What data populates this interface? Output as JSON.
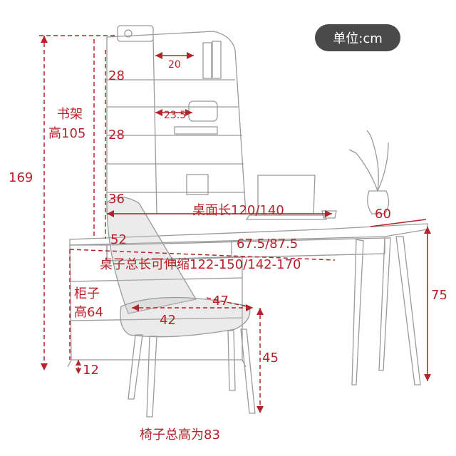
{
  "badge": {
    "unit_label": "单位:cm"
  },
  "colors": {
    "dimension": "#b4232a",
    "sketch": "#9a9a9a",
    "badge_bg": "#4a4a4a"
  },
  "labels": {
    "shelf_gap_top": "28",
    "shelf_depth_top": "20",
    "shelf_gap_mid": "28",
    "shelf_depth_mid": "23.5",
    "shelf_gap_low": "36",
    "bookshelf_title": "书架",
    "bookshelf_height": "高105",
    "total_height": "169",
    "desk_top_length": "桌面长120/140",
    "desk_depth": "60",
    "cabinet_width": "52",
    "drawer_length": "67.5/87.5",
    "desk_total_length": "桌子总长可伸缩122-150/142-170",
    "cabinet_title": "柜子",
    "cabinet_height": "高64",
    "chair_depth": "47",
    "chair_width": "42",
    "desk_height": "75",
    "seat_height": "45",
    "cabinet_leg": "12",
    "chair_total_height": "椅子总高为83"
  }
}
